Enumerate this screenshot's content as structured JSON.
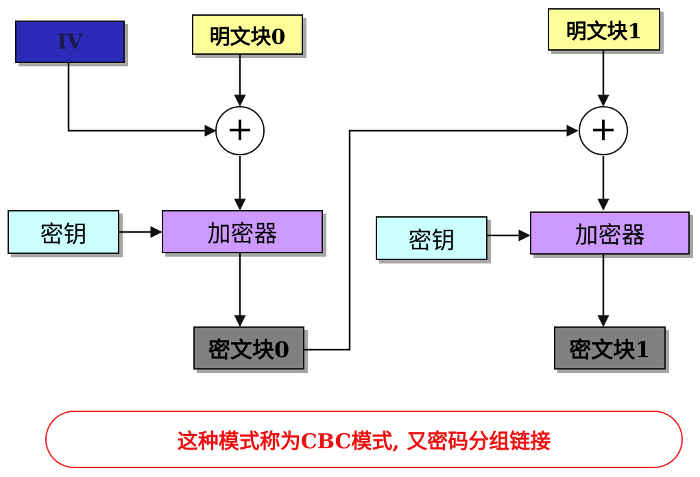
{
  "diagram": {
    "iv_label": "IV",
    "plaintext_block_0": "明文块0",
    "plaintext_block_1": "明文块1",
    "xor_symbol": "+",
    "key_label": "密钥",
    "encryptor_label": "加密器",
    "ciphertext_block_0": "密文块0",
    "ciphertext_block_1": "密文块1",
    "caption": "这种模式称为CBC模式, 又密码分组链接"
  },
  "colors": {
    "iv_fill": "#2b2bb7",
    "plaintext_fill": "#ffff99",
    "key_fill": "#ccffff",
    "encryptor_fill": "#cc99ff",
    "ciphertext_fill": "#808080",
    "caption_color": "#ee1111",
    "caption_border": "#ee2222"
  },
  "icons": {
    "xor": "circled-plus-icon"
  }
}
